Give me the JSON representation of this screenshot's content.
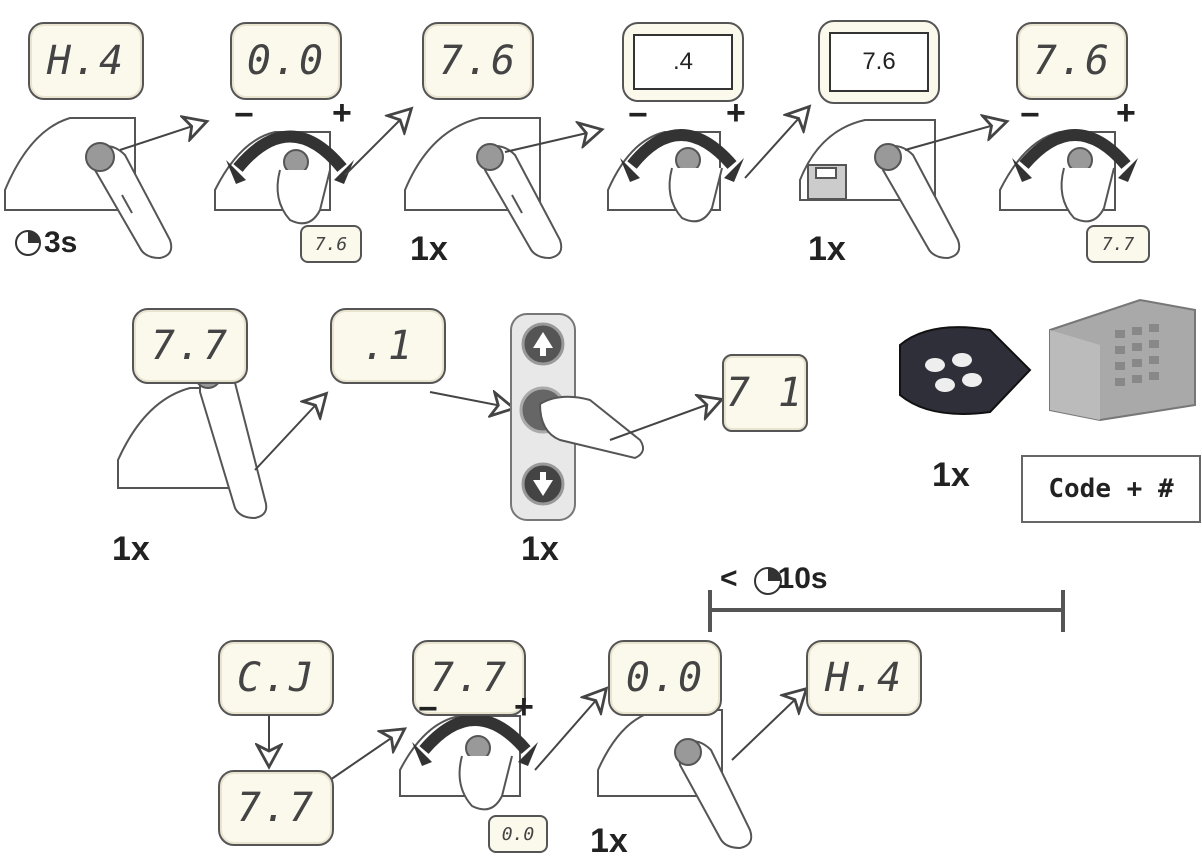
{
  "row1": {
    "step1": {
      "display": "H.4",
      "timer": "3s"
    },
    "step2": {
      "display": "0.0",
      "minus": "−",
      "plus": "+",
      "small": "7.6"
    },
    "step3": {
      "display": "7.6",
      "count": "1x"
    },
    "step4": {
      "screen": ".4",
      "minus": "−",
      "plus": "+"
    },
    "step5": {
      "screen": "7.6",
      "count": "1x"
    },
    "step6": {
      "display": "7.6",
      "minus": "−",
      "plus": "+",
      "small": "7.7"
    }
  },
  "row2": {
    "step1": {
      "display": "7.7",
      "count": "1x"
    },
    "step2": {
      "display": ".1"
    },
    "step3": {
      "count": "1x"
    },
    "step4": {
      "display": "7 1"
    },
    "remote": {
      "count": "1x"
    },
    "keypad": {
      "code": "Code + #"
    },
    "timer": {
      "prefix": "<",
      "value": "10s"
    }
  },
  "row3": {
    "step1": {
      "display": "C.J"
    },
    "step1b": {
      "display": "7.7"
    },
    "step2": {
      "display": "7.7",
      "minus": "−",
      "plus": "+",
      "small": "0.0"
    },
    "step3": {
      "display": "0.0",
      "count": "1x"
    },
    "step4": {
      "display": "H.4"
    }
  },
  "colors": {
    "ink": "#333333",
    "display_bg": "#fbf8ec",
    "arrow_dark": "#3a3a3a",
    "timer_bar": "#555555"
  }
}
